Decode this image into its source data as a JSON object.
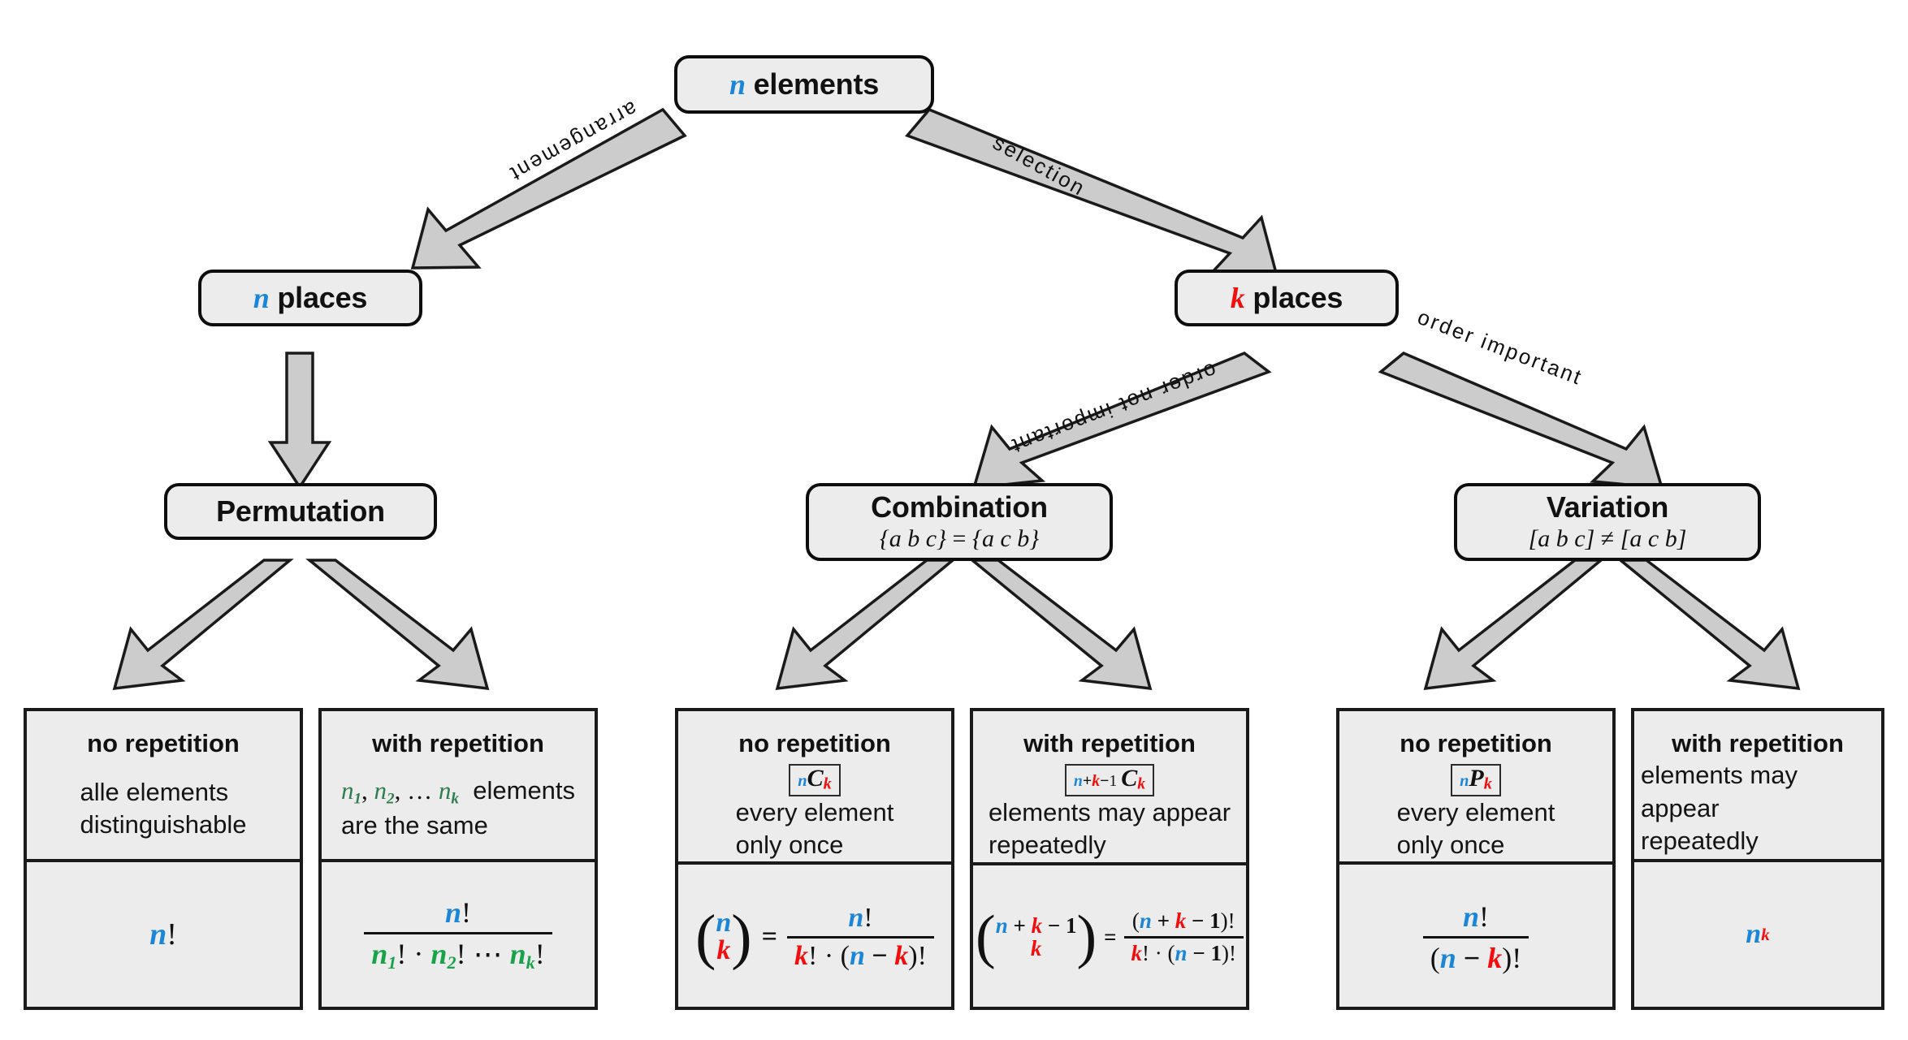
{
  "diagram": {
    "title": "Combinatorics overview: permutation, combination, variation",
    "colors": {
      "n": "#1b86d8",
      "k": "#f40d0d",
      "groups": "#18a34a",
      "node_fill": "#ececec",
      "stroke": "#111111",
      "arrow_fill": "#cccccc"
    }
  },
  "nodes": {
    "root": {
      "var": "n",
      "label": "elements"
    },
    "left_places": {
      "var": "n",
      "label": "places"
    },
    "right_places": {
      "var": "k",
      "label": "places"
    },
    "permutation": {
      "title": "Permutation",
      "sub": ""
    },
    "combination": {
      "title": "Combination",
      "sub_left": "{a b c}",
      "sub_op": "=",
      "sub_right": "{a c b}"
    },
    "variation": {
      "title": "Variation",
      "sub_left": "[a b c]",
      "sub_op": "≠",
      "sub_right": "[a c b]"
    }
  },
  "edges": {
    "arrangement": "arrangement",
    "selection": "selection",
    "order_not_important": "order not important",
    "order_important": "order important"
  },
  "cards": {
    "perm_no_rep": {
      "header": "no repetition",
      "badge": "",
      "desc_line1": "alle elements",
      "desc_line2": "distinguishable",
      "formula_text": "n!"
    },
    "perm_with_rep": {
      "header": "with repetition",
      "badge": "",
      "desc_line1": "n₁, n₂, … nₖ elements",
      "desc_line2": "are the same",
      "formula_text": "n! / (n₁! · n₂! ⋯ nₖ!)"
    },
    "comb_no_rep": {
      "header": "no repetition",
      "badge": "nCk",
      "desc_line1": "every element",
      "desc_line2": "only once",
      "formula_text": "(n choose k) = n! / (k! · (n − k)!)"
    },
    "comb_with_rep": {
      "header": "with repetition",
      "badge": "n+k−1Ck",
      "desc_line1": "elements may appear",
      "desc_line2": "repeatedly",
      "formula_text": "(n+k−1 choose k) = (n + k − 1)! / (k! · (n − 1)!)"
    },
    "var_no_rep": {
      "header": "no repetition",
      "badge": "nPk",
      "desc_line1": "every element",
      "desc_line2": "only once",
      "formula_text": "n! / (n − k)!"
    },
    "var_with_rep": {
      "header": "with repetition",
      "badge": "",
      "desc_line1": "elements may appear",
      "desc_line2": "repeatedly",
      "formula_text": "n^k"
    }
  },
  "symbols": {
    "n": "n",
    "k": "k",
    "C": "C",
    "P": "P",
    "factorial": "!",
    "equals": "=",
    "plus": "+",
    "minus": "−",
    "cdot": "·",
    "cdots": "⋯",
    "ellipsis": "…",
    "one": "1",
    "comma": ",",
    "sub1": "1",
    "sub2": "2"
  }
}
